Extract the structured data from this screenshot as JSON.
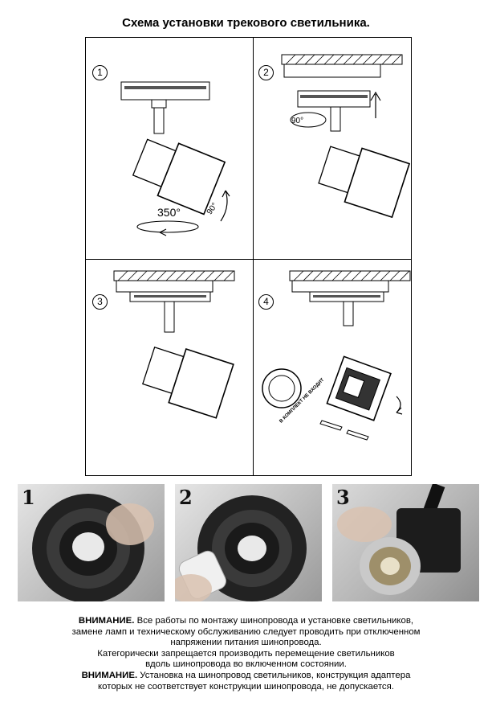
{
  "title": "Схема установки трекового светильника.",
  "steps": [
    {
      "number": "1",
      "rotation_label": "350°",
      "tilt_label": "90°"
    },
    {
      "number": "2",
      "rotation_label": "90°"
    },
    {
      "number": "3"
    },
    {
      "number": "4",
      "stamp_text": "В КОМПЛЕКТ НЕ ВХОДИТ"
    }
  ],
  "photos": [
    {
      "number": "1"
    },
    {
      "number": "2"
    },
    {
      "number": "3"
    }
  ],
  "notes": {
    "warning1_label": "ВНИМАНИЕ.",
    "warning1_text": " Все работы по монтажу шинопровода и установке светильников,",
    "warning1_line2": "замене ламп и техническому обслуживанию следует проводить при отключенном",
    "warning1_line3": "напряжении питания шинопровода.",
    "prohibition_line1": "Категорически запрещается производить перемещение светильников",
    "prohibition_line2": "вдоль шинопровода во включенном состоянии.",
    "warning2_label": "ВНИМАНИЕ.",
    "warning2_text": " Установка на шинопровод светильников, конструкция адаптера",
    "warning2_line2": "которых не соответствует конструкции шинопровода, не допускается."
  }
}
